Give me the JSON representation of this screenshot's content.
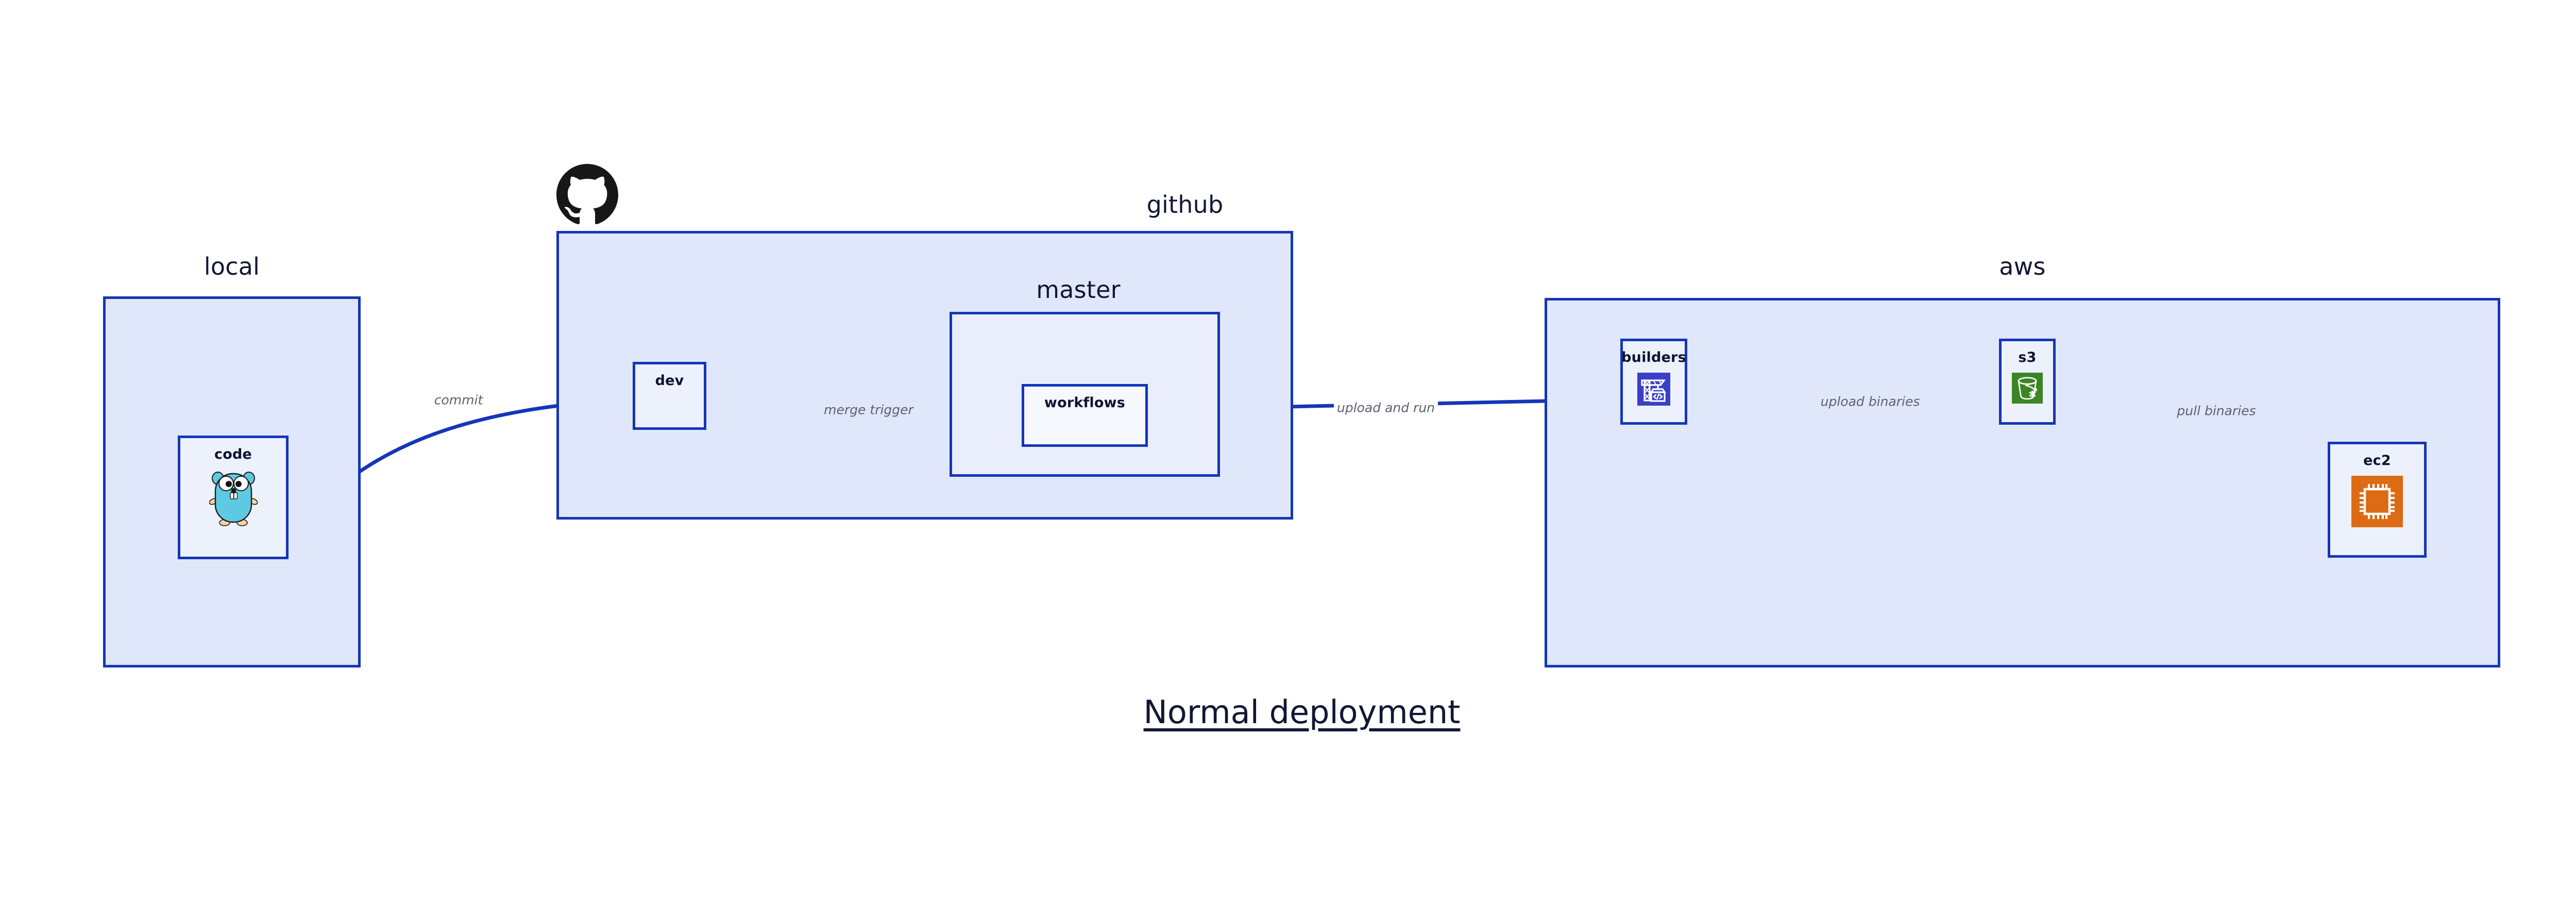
{
  "diagram": {
    "title": "Normal deployment",
    "background_color": "#FFFFFF",
    "accent_color": "#1436B8",
    "group_fill": "#E1E7FA",
    "node_fill": "#EDF1FC",
    "label_color": "#5C6270"
  },
  "groups": [
    {
      "id": "local",
      "title": "local"
    },
    {
      "id": "github",
      "title": "github"
    },
    {
      "id": "master",
      "title": "master"
    },
    {
      "id": "aws",
      "title": "aws"
    }
  ],
  "nodes": [
    {
      "id": "code",
      "label": "code",
      "icon": "go-gopher-icon",
      "group": "local"
    },
    {
      "id": "dev",
      "label": "dev",
      "icon": null,
      "group": "github"
    },
    {
      "id": "workflows",
      "label": "workflows",
      "icon": null,
      "group": "master"
    },
    {
      "id": "builders",
      "label": "builders",
      "icon": "aws-codebuild-icon",
      "group": "aws"
    },
    {
      "id": "s3",
      "label": "s3",
      "icon": "aws-s3-icon",
      "group": "aws"
    },
    {
      "id": "ec2",
      "label": "ec2",
      "icon": "aws-ec2-icon",
      "group": "aws"
    }
  ],
  "edges": [
    {
      "id": "commit",
      "from": "code",
      "to": "dev",
      "label": "commit"
    },
    {
      "id": "merge-trigger",
      "from": "dev",
      "to": "workflows",
      "label": "merge trigger"
    },
    {
      "id": "upload-and-run",
      "from": "workflows",
      "to": "builders",
      "label": "upload and run"
    },
    {
      "id": "upload-binaries",
      "from": "builders",
      "to": "s3",
      "label": "upload binaries"
    },
    {
      "id": "pull-binaries",
      "from": "s3",
      "to": "ec2",
      "label": "pull binaries"
    }
  ],
  "logos": [
    {
      "id": "github-logo",
      "name": "github-octocat-icon",
      "color": "#181717"
    }
  ],
  "icon_colors": {
    "codebuild_bg": "#3A40C4",
    "s3_bg": "#3C8527",
    "ec2_bg": "#DD6B13",
    "gopher_body": "#5DC9E2",
    "gopher_foot": "#F6D2A2"
  }
}
